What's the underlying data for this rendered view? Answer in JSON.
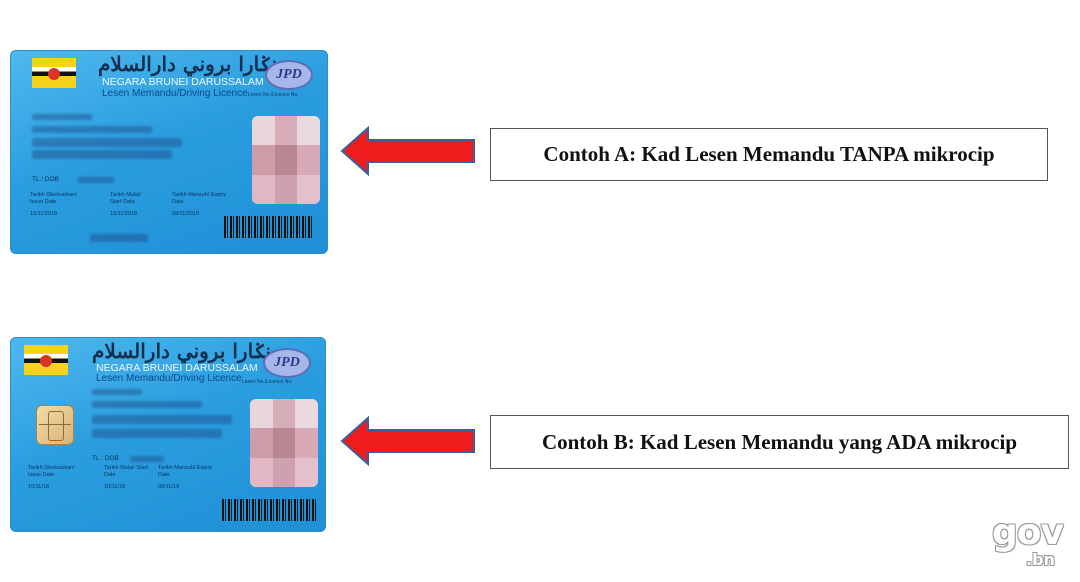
{
  "card_a": {
    "arabic_title": "نݢارا بروني دارالسلام",
    "title": "NEGARA BRUNEI DARUSSALAM",
    "subtitle": "Lesen Memandu/Driving Licence",
    "jpd_logo": "JPD",
    "licence_no_label": "Lesen No./Licence No.",
    "dob_label": "TL / DOB",
    "issue_label": "Tarikh Dikeluarkan/ Issue Date",
    "issue_value": "10/11/2018",
    "start_label": "Tarikh Mulai/ Start Date",
    "start_value": "10/11/2018",
    "expiry_label": "Tarikh Mansuh/ Expiry Date",
    "expiry_value": "09/11/2019"
  },
  "card_b": {
    "arabic_title": "نݢارا بروني دارالسلام",
    "title": "NEGARA BRUNEI DARUSSALAM",
    "subtitle": "Lesen Memandu/Driving Licence",
    "jpd_logo": "JPD",
    "licence_no_label": "Lesen No./Licence No.",
    "dob_label": "TL : DOB",
    "issue_label": "Tarikh Dikeluarkan/ Issue Date",
    "issue_value": "10/11/18",
    "start_label": "Tarikh Mulai/ Start Date",
    "start_value": "10/11/18",
    "expiry_label": "Tarikh Mansuh/ Expiry Date",
    "expiry_value": "09/11/19"
  },
  "labels": {
    "a": "Contoh A: Kad Lesen Memandu TANPA mikrocip",
    "b": "Contoh B: Kad Lesen Memandu yang ADA mikrocip"
  },
  "watermark": {
    "main": "gov",
    "sub": ".bn"
  },
  "colors": {
    "arrow_fill": "#ee1c1c",
    "arrow_stroke": "#3a5f9e",
    "card_blue": "#2a9ddf"
  }
}
